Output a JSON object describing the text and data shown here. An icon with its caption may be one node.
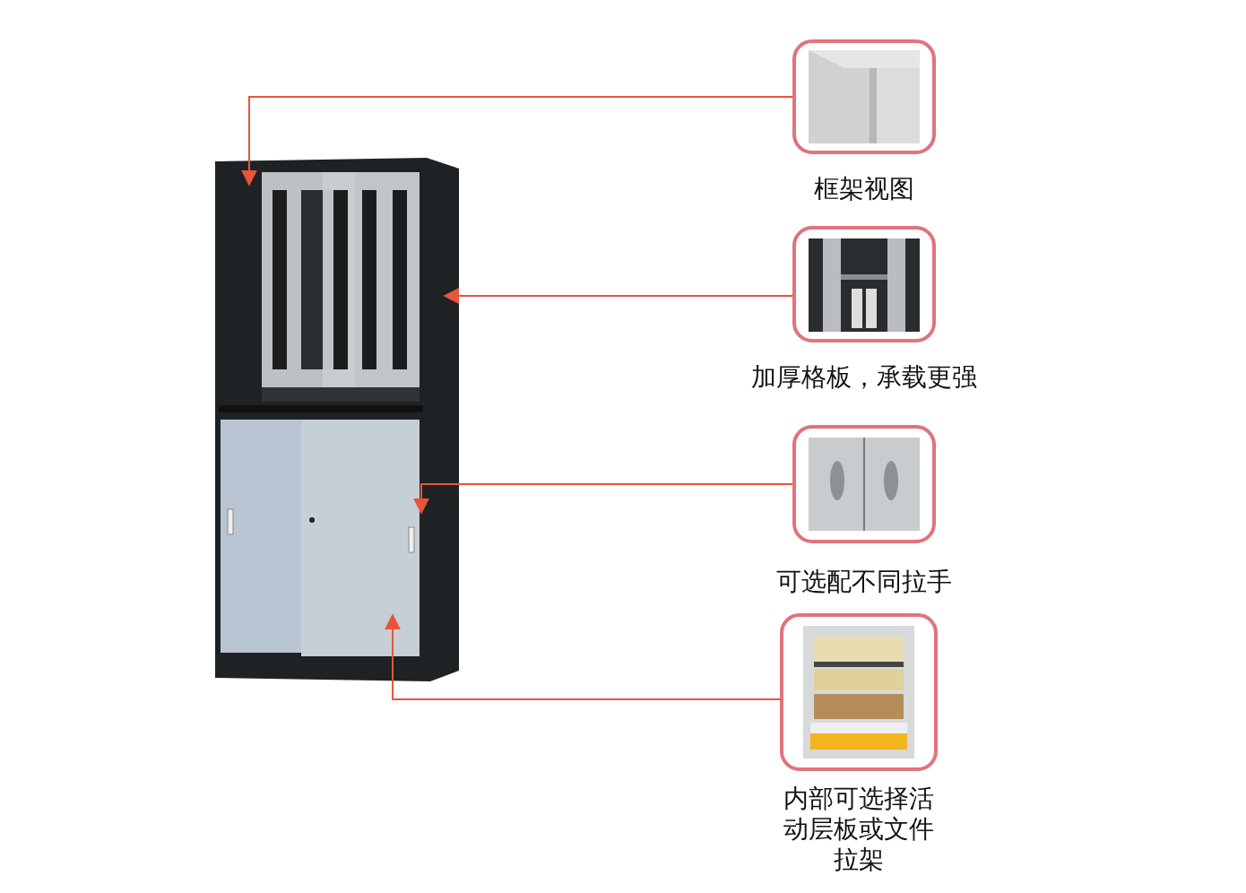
{
  "diagram": {
    "nodes": [
      {
        "text": [
          "框架视图"
        ]
      },
      {
        "text": [
          "加厚格板，承载更强"
        ]
      },
      {
        "text": [
          "可选配不同拉手"
        ]
      },
      {
        "text": [
          "内部可选择活动层板或文件拉架"
        ]
      }
    ],
    "edges": [
      {
        "from": 0,
        "to": null,
        "arrow": "to"
      },
      {
        "from": 1,
        "to": null,
        "arrow": "to"
      },
      {
        "from": 2,
        "to": null,
        "arrow": "to"
      },
      {
        "from": 3,
        "to": null,
        "arrow": "to"
      }
    ]
  }
}
